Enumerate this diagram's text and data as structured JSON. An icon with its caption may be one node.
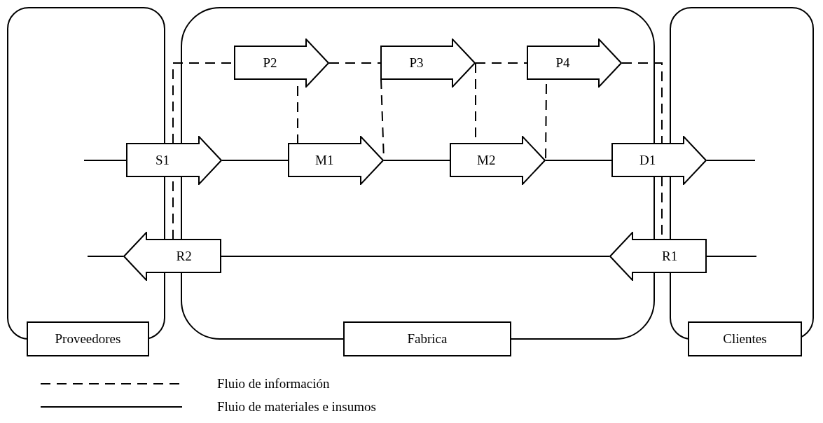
{
  "diagram": {
    "nodes": [
      {
        "text": [
          "Proveedores"
        ]
      },
      {
        "text": [
          "Fabrica"
        ]
      },
      {
        "text": [
          "Clientes"
        ]
      },
      {
        "text": [
          "P2"
        ],
        "in": 1
      },
      {
        "text": [
          "P3"
        ],
        "in": 1
      },
      {
        "text": [
          "P4"
        ],
        "in": 1
      },
      {
        "text": [
          "S1"
        ]
      },
      {
        "text": [
          "M1"
        ],
        "in": 1
      },
      {
        "text": [
          "M2"
        ],
        "in": 1
      },
      {
        "text": [
          "D1"
        ]
      },
      {
        "text": [
          "R2"
        ]
      },
      {
        "text": [
          "R1"
        ]
      }
    ],
    "edges": [
      {
        "from": 10,
        "to": 6,
        "arrow": "none",
        "style": "dashed"
      },
      {
        "from": 6,
        "to": 3,
        "arrow": "none",
        "style": "dashed"
      },
      {
        "from": 3,
        "to": 4,
        "arrow": "none",
        "style": "dashed"
      },
      {
        "from": 4,
        "to": 5,
        "arrow": "none",
        "style": "dashed"
      },
      {
        "from": 5,
        "to": 9,
        "arrow": "none",
        "style": "dashed"
      },
      {
        "from": 9,
        "to": 11,
        "arrow": "none",
        "style": "dashed"
      },
      {
        "from": 3,
        "to": 7,
        "arrow": "none",
        "style": "dashed"
      },
      {
        "from": 4,
        "to": 7,
        "arrow": "none",
        "style": "dashed"
      },
      {
        "from": 4,
        "to": 8,
        "arrow": "none",
        "style": "dashed"
      },
      {
        "from": 5,
        "to": 8,
        "arrow": "none",
        "style": "dashed"
      },
      {
        "from": 0,
        "to": 6,
        "arrow": "none"
      },
      {
        "from": 6,
        "to": 7,
        "arrow": "none"
      },
      {
        "from": 7,
        "to": 8,
        "arrow": "none"
      },
      {
        "from": 8,
        "to": 9,
        "arrow": "none"
      },
      {
        "from": 9,
        "to": 2,
        "arrow": "none"
      },
      {
        "from": 2,
        "to": 11,
        "arrow": "none"
      },
      {
        "from": 11,
        "to": 10,
        "arrow": "none"
      },
      {
        "from": 10,
        "to": 0,
        "arrow": "none"
      }
    ],
    "legend": [
      {
        "text": "Fluio de información"
      },
      {
        "text": "Fluio de materiales e insumos"
      }
    ]
  }
}
